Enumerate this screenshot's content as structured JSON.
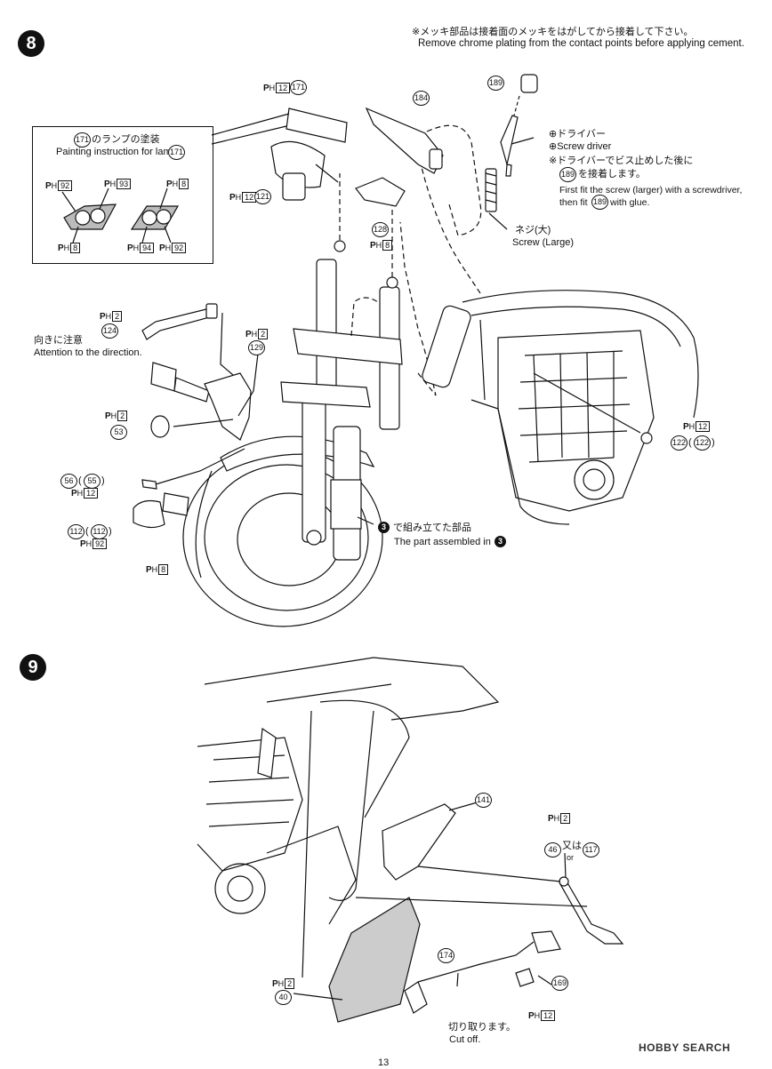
{
  "page_number": "13",
  "watermark": "HOBBY SEARCH",
  "step8": {
    "number": "8",
    "note_jp": "※メッキ部品は接着面のメッキをはがしてから接着して下さい。",
    "note_en": "Remove chrome plating from the contact points before applying cement.",
    "inset": {
      "title_jp": "のランプの塗装",
      "title_en": "Painting instruction for lamp",
      "part": "171",
      "colors": [
        {
          "code": "92"
        },
        {
          "code": "93"
        },
        {
          "code": "8"
        },
        {
          "code": "8"
        },
        {
          "code": "94"
        },
        {
          "code": "92"
        }
      ]
    },
    "screwdriver_jp": "⊕ドライバー",
    "screwdriver_en": "⊕Screw driver",
    "screw_note_jp1": "※ドライバーでビス止めした後に",
    "screw_note_jp2": "を接着します。",
    "screw_note_en1": "First fit the screw (larger) with a screwdriver,",
    "screw_note_en2_pre": "then fit",
    "screw_note_en2_post": "with glue.",
    "screw_label_jp": "ネジ(大)",
    "screw_label_en": "Screw (Large)",
    "direction_jp": "向きに注意",
    "direction_en": "Attention to the direction.",
    "assembled_jp": "で組み立てた部品",
    "assembled_en": "The part assembled in",
    "assembled_step": "3",
    "parts": {
      "p171": "171",
      "p121": "121",
      "p184": "184",
      "p189": "189",
      "p128": "128",
      "p124": "124",
      "p129": "129",
      "p53": "53",
      "p56": "56",
      "p55": "55",
      "p112a": "112",
      "p112b": "112",
      "p122a": "122",
      "p122b": "122"
    },
    "colors": {
      "c12a": "12",
      "c12b": "12",
      "c8a": "8",
      "c2a": "2",
      "c2b": "2",
      "c2c": "2",
      "c12c": "12",
      "c92": "92",
      "c8b": "8",
      "c12d": "12"
    }
  },
  "step9": {
    "number": "9",
    "parts": {
      "p141": "141",
      "p46": "46",
      "p117": "117",
      "p174": "174",
      "p169": "169",
      "p40": "40"
    },
    "or_jp": "又は",
    "or_en": "or",
    "colors": {
      "c2a": "2",
      "c2b": "2",
      "c12": "12"
    },
    "cut_jp": "切り取ります。",
    "cut_en": "Cut off."
  },
  "labels": {
    "ph": "P",
    "ph_sub": "H"
  }
}
